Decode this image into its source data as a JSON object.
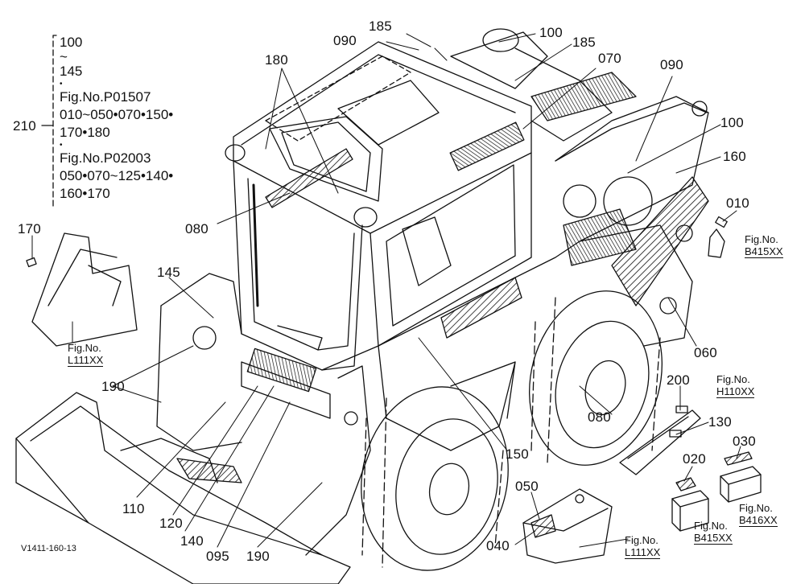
{
  "document_code": "V1411-160-13",
  "side_note": {
    "ref": "210",
    "lines": [
      "100",
      "~",
      "145",
      "•",
      "Fig.No.P01507",
      "010~050•070•150•",
      "170•180",
      "•",
      "Fig.No.P02003",
      "050•070~125•140•",
      "160•170"
    ]
  },
  "callouts": {
    "c185a": "185",
    "c100a": "100",
    "c090a": "090",
    "c185b": "185",
    "c180": "180",
    "c070": "070",
    "c090b": "090",
    "c100b": "100",
    "c160": "160",
    "c010": "010",
    "c080a": "080",
    "c170": "170",
    "c145": "145",
    "c060": "060",
    "c190a": "190",
    "c200": "200",
    "c130": "130",
    "c080b": "080",
    "c030": "030",
    "c020": "020",
    "c150": "150",
    "c050": "050",
    "c110": "110",
    "c120": "120",
    "c140": "140",
    "c095": "095",
    "c190b": "190",
    "c040": "040"
  },
  "figure_refs": {
    "b415a": {
      "prefix": "Fig.No.",
      "code": "B415XX"
    },
    "l111a": {
      "prefix": "Fig.No.",
      "code": "L111XX"
    },
    "h110": {
      "prefix": "Fig.No.",
      "code": "H110XX"
    },
    "b416": {
      "prefix": "Fig.No.",
      "code": "B416XX"
    },
    "b415b": {
      "prefix": "Fig.No.",
      "code": "B415XX"
    },
    "l111b": {
      "prefix": "Fig.No.",
      "code": "L111XX"
    }
  }
}
